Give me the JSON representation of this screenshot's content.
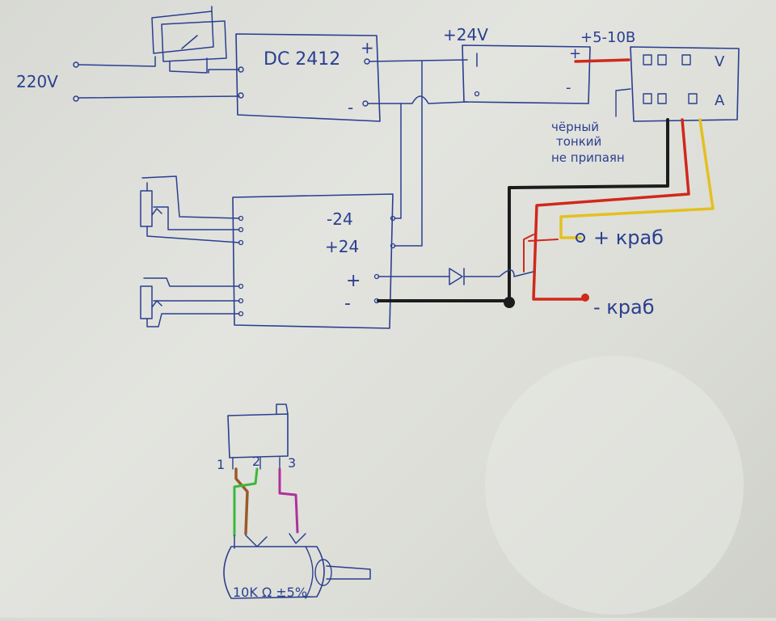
{
  "ink": {
    "blue": "#2a3f8f",
    "black": "#1c1c1c",
    "red": "#d0281c",
    "yellow": "#e4c020",
    "green": "#3cb83c",
    "brown": "#9a5a2a",
    "magenta": "#b0309a",
    "paper": "#dedfda"
  },
  "labels": {
    "mains": "220V",
    "converter": "DC 2412",
    "conv_plus": "+",
    "conv_minus": "-",
    "supply_top": "+24V",
    "meter_range": "+5-10B",
    "meter_in_plus": "+",
    "meter_in_minus": "-",
    "meter_v": "V",
    "meter_a": "A",
    "note_line1": "чёрный",
    "note_line2": "тонкий",
    "note_line3": "не припаян",
    "ctrl_minus24": "-24",
    "ctrl_plus24": "+24",
    "ctrl_plus": "+",
    "ctrl_minus": "-",
    "clamp_plus": "+ краб",
    "clamp_minus": "- краб",
    "pin1": "1",
    "pin2": "2",
    "pin3": "3",
    "pot_rating": "10K Ω ±5%"
  }
}
